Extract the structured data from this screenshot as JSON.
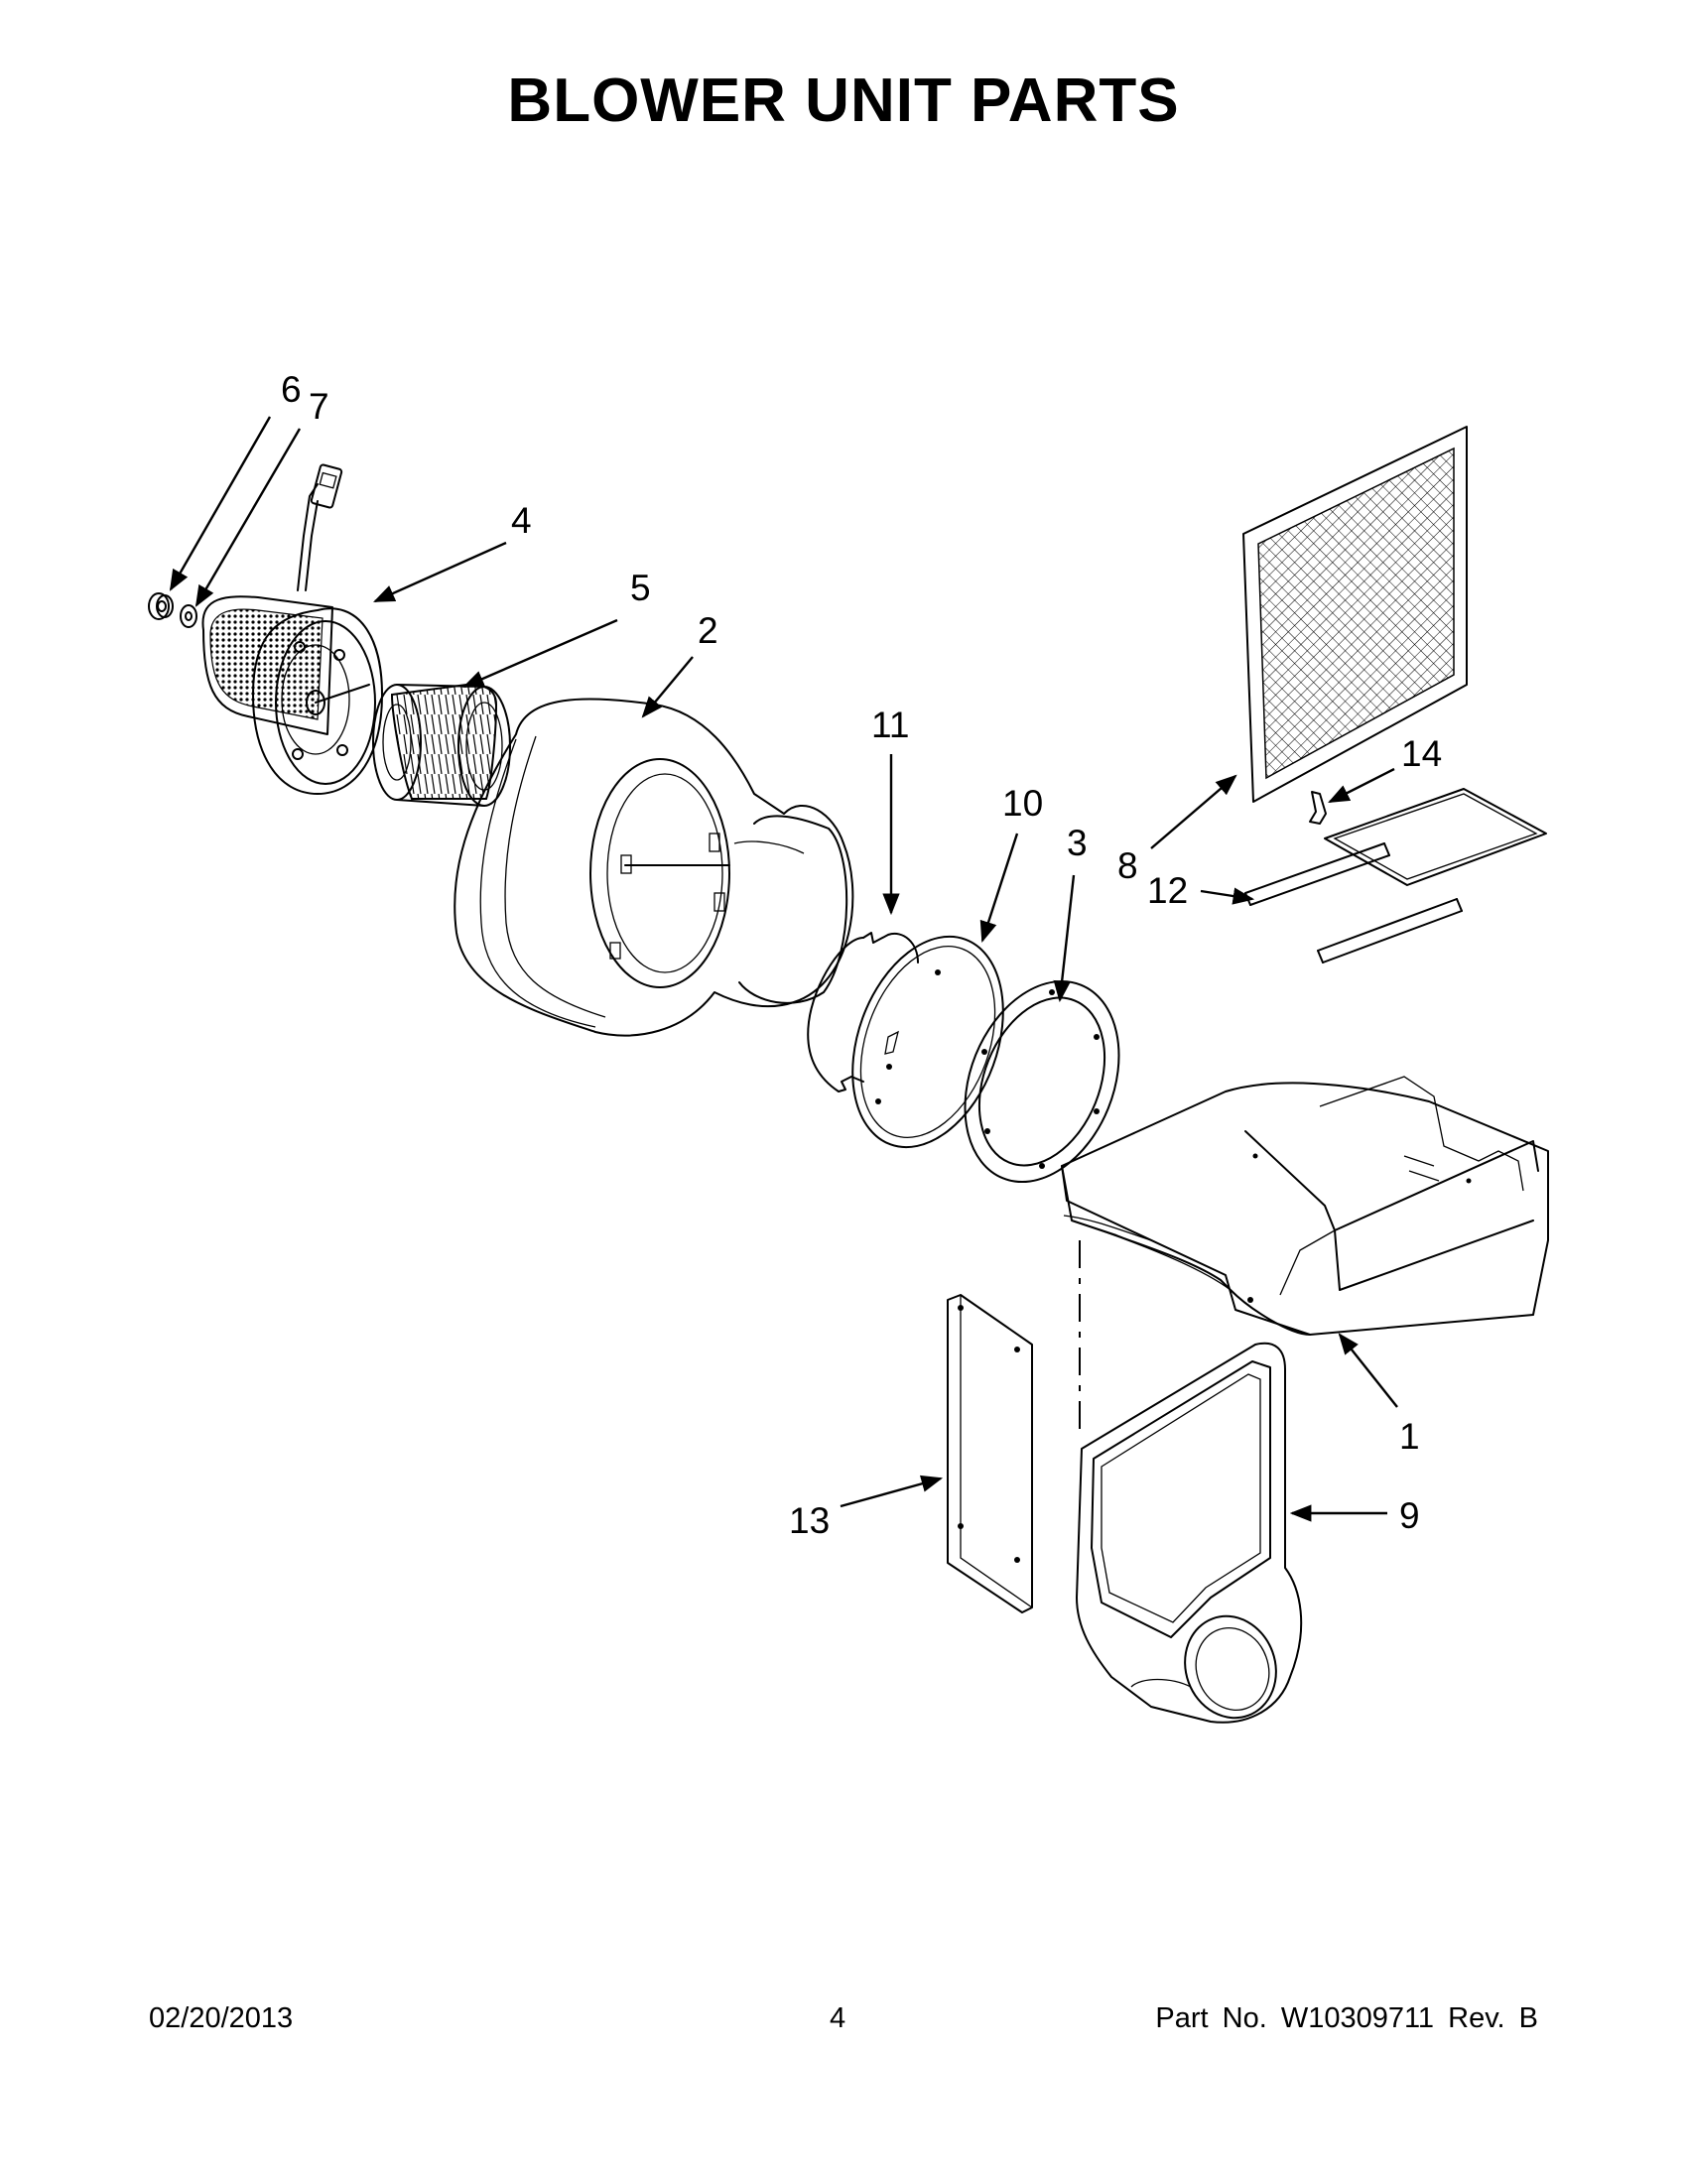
{
  "header": {
    "title": "BLOWER UNIT PARTS"
  },
  "callouts": {
    "c1": "1",
    "c2": "2",
    "c3": "3",
    "c4": "4",
    "c5": "5",
    "c6": "6",
    "c7": "7",
    "c8": "8",
    "c9": "9",
    "c10": "10",
    "c11": "11",
    "c12": "12",
    "c13": "13",
    "c14": "14"
  },
  "footer": {
    "date": "02/20/2013",
    "page": "4",
    "part_no": "Part No.  W10309711  Rev.  B"
  }
}
